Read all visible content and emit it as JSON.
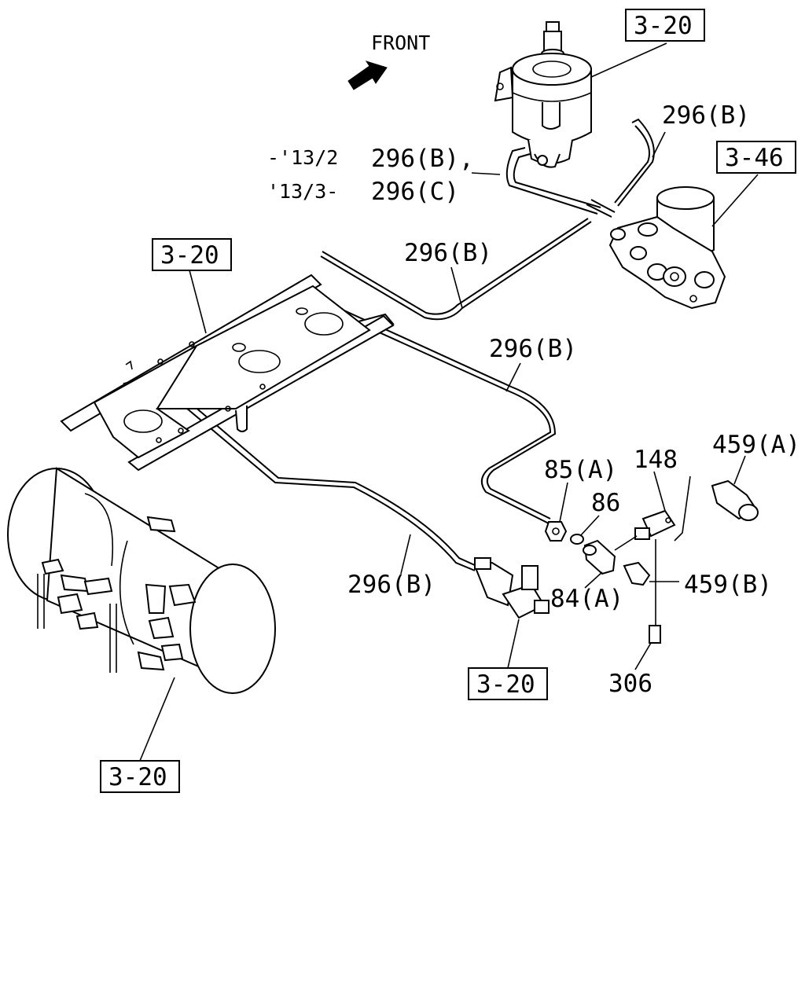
{
  "direction": {
    "label": "FRONT",
    "arrow_icon": "front-arrow-icon"
  },
  "refs": {
    "top_cylinder": "3-20",
    "air_dryer": "3-46",
    "frame": "3-20",
    "valve": "3-20",
    "tank": "3-20"
  },
  "note": {
    "line1_date": "-'13/2",
    "line1_part": "296(B),",
    "line2_date": "'13/3-",
    "line2_part": "296(C)"
  },
  "parts": {
    "p296b_top": "296(B)",
    "p296b_mid": "296(B)",
    "p296b_right": "296(B)",
    "p296b_low": "296(B)",
    "p85a": "85(A)",
    "p86": "86",
    "p148": "148",
    "p459a": "459(A)",
    "p84a": "84(A)",
    "p459b": "459(B)",
    "p306": "306"
  }
}
